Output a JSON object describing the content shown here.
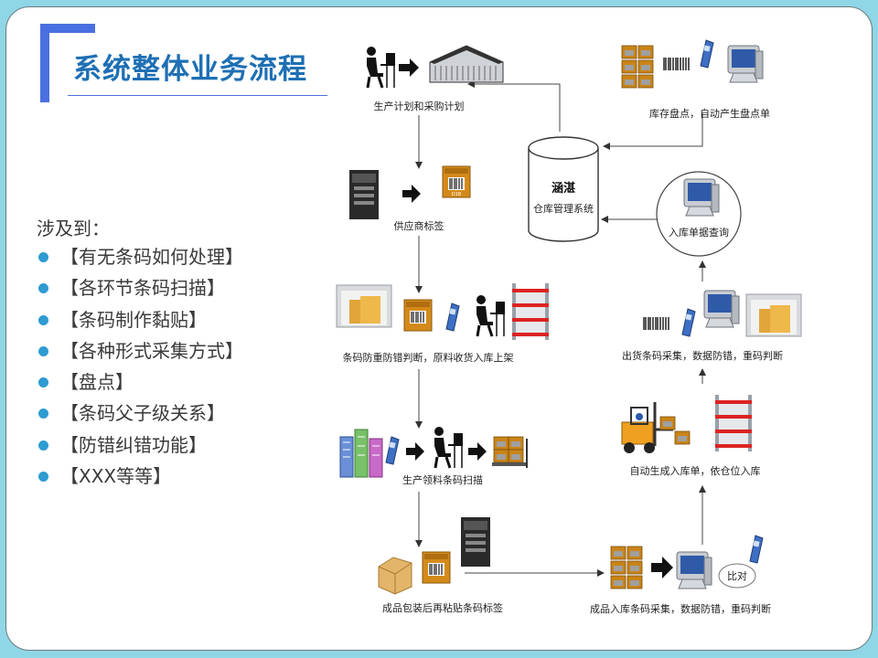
{
  "slide": {
    "title": "系统整体业务流程",
    "intro": "涉及到：",
    "topics": [
      "【有无条码如何处理】",
      "【各环节条码扫描】",
      "【条码制作黏贴】",
      "【各种形式采集方式】",
      "【盘点】",
      "【条码父子级关系】",
      "【防错纠错功能】",
      "【XXX等等】"
    ]
  },
  "flow": {
    "plan": "生产计划和采购计划",
    "supplier_label": "供应商标签",
    "receiving": "条码防重防错判断，原料收货入库上架",
    "picking": "生产领料条码扫描",
    "packing": "成品包装后再粘贴条码标签",
    "fg_inbound": "成品入库条码采集，数据防错，重码判断",
    "auto_inbound": "自动生成入库单，依仓位入库",
    "outbound": "出货条码采集，数据防错，重码判断",
    "inbound_query": "入库单据查询",
    "stocktake": "库存盘点，自动产生盘点单",
    "wms_brand": "涵湛",
    "wms_name": "仓库管理系统",
    "compare": "比对",
    "box_text": "D1B"
  },
  "colors": {
    "accent": "#1e6fb4",
    "bracket": "#4a6fe0",
    "bullet": "#2e9bd1",
    "background": "#8fd6e6",
    "box": "#d48a1a"
  }
}
